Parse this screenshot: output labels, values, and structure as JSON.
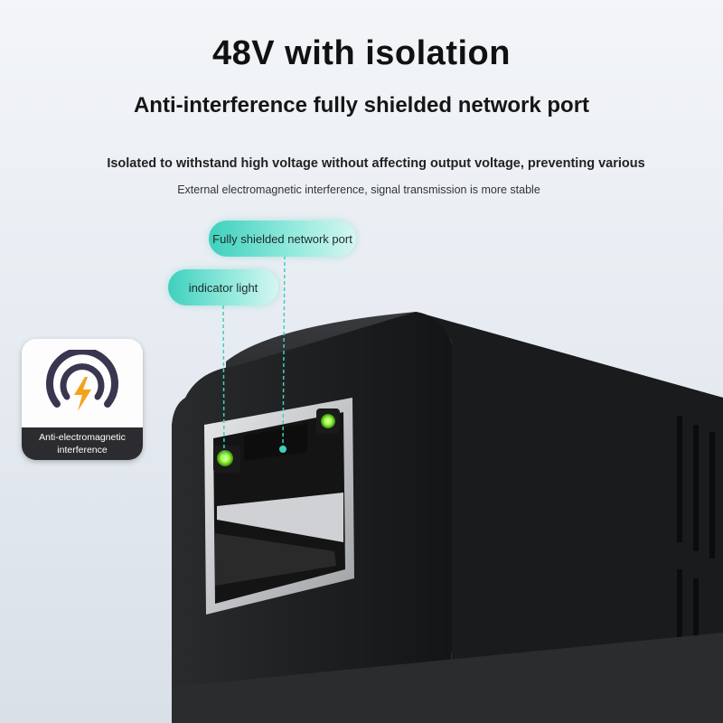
{
  "header": {
    "title": "48V with isolation",
    "subtitle": "Anti-interference fully shielded network port",
    "description_line1": "Isolated to withstand high voltage without affecting output voltage, preventing various",
    "description_line2": "External electromagnetic interference, signal transmission is more stable"
  },
  "callouts": {
    "network_port": "Fully shielded network port",
    "indicator_light": "indicator light"
  },
  "badge": {
    "icon": "shield-signal-lightning-icon",
    "label_line1": "Anti-electromagnetic",
    "label_line2": "interference"
  },
  "colors": {
    "callout_teal": "#3fd0bd",
    "led_green": "#9cff3a",
    "lightning_orange": "#f5a21b",
    "device_body": "#1f2021"
  }
}
